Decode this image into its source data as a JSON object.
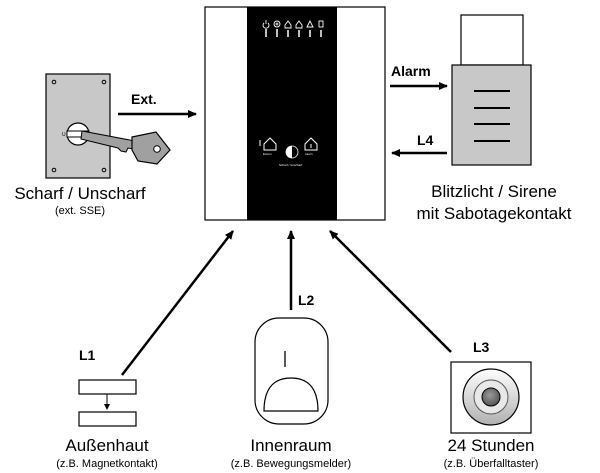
{
  "arrows": {
    "ext": "Ext.",
    "alarm": "Alarm",
    "l1": "L1",
    "l2": "L2",
    "l3": "L3",
    "l4": "L4"
  },
  "key_switch": {
    "title": "Scharf / Unscharf",
    "subtitle": "(ext. SSE)"
  },
  "siren": {
    "line1": "Blitzlicht / Sirene",
    "line2": "mit Sabotagekontakt"
  },
  "sensors": [
    {
      "title": "Außenhaut",
      "subtitle": "(z.B. Magnetkontakt)"
    },
    {
      "title": "Innenraum",
      "subtitle": "(z.B. Bewegungsmelder)"
    },
    {
      "title": "24 Stunden",
      "subtitle": "(z.B. Überfalltaster)"
    }
  ],
  "panel": {
    "left_label": "Extern",
    "right_label": "Intern",
    "switch_label": "Scharf / Unscharf"
  },
  "colors": {
    "panel_dark": "#000000",
    "device_fill": "#c8c8c8",
    "key_fill": "#a0a0a0"
  }
}
